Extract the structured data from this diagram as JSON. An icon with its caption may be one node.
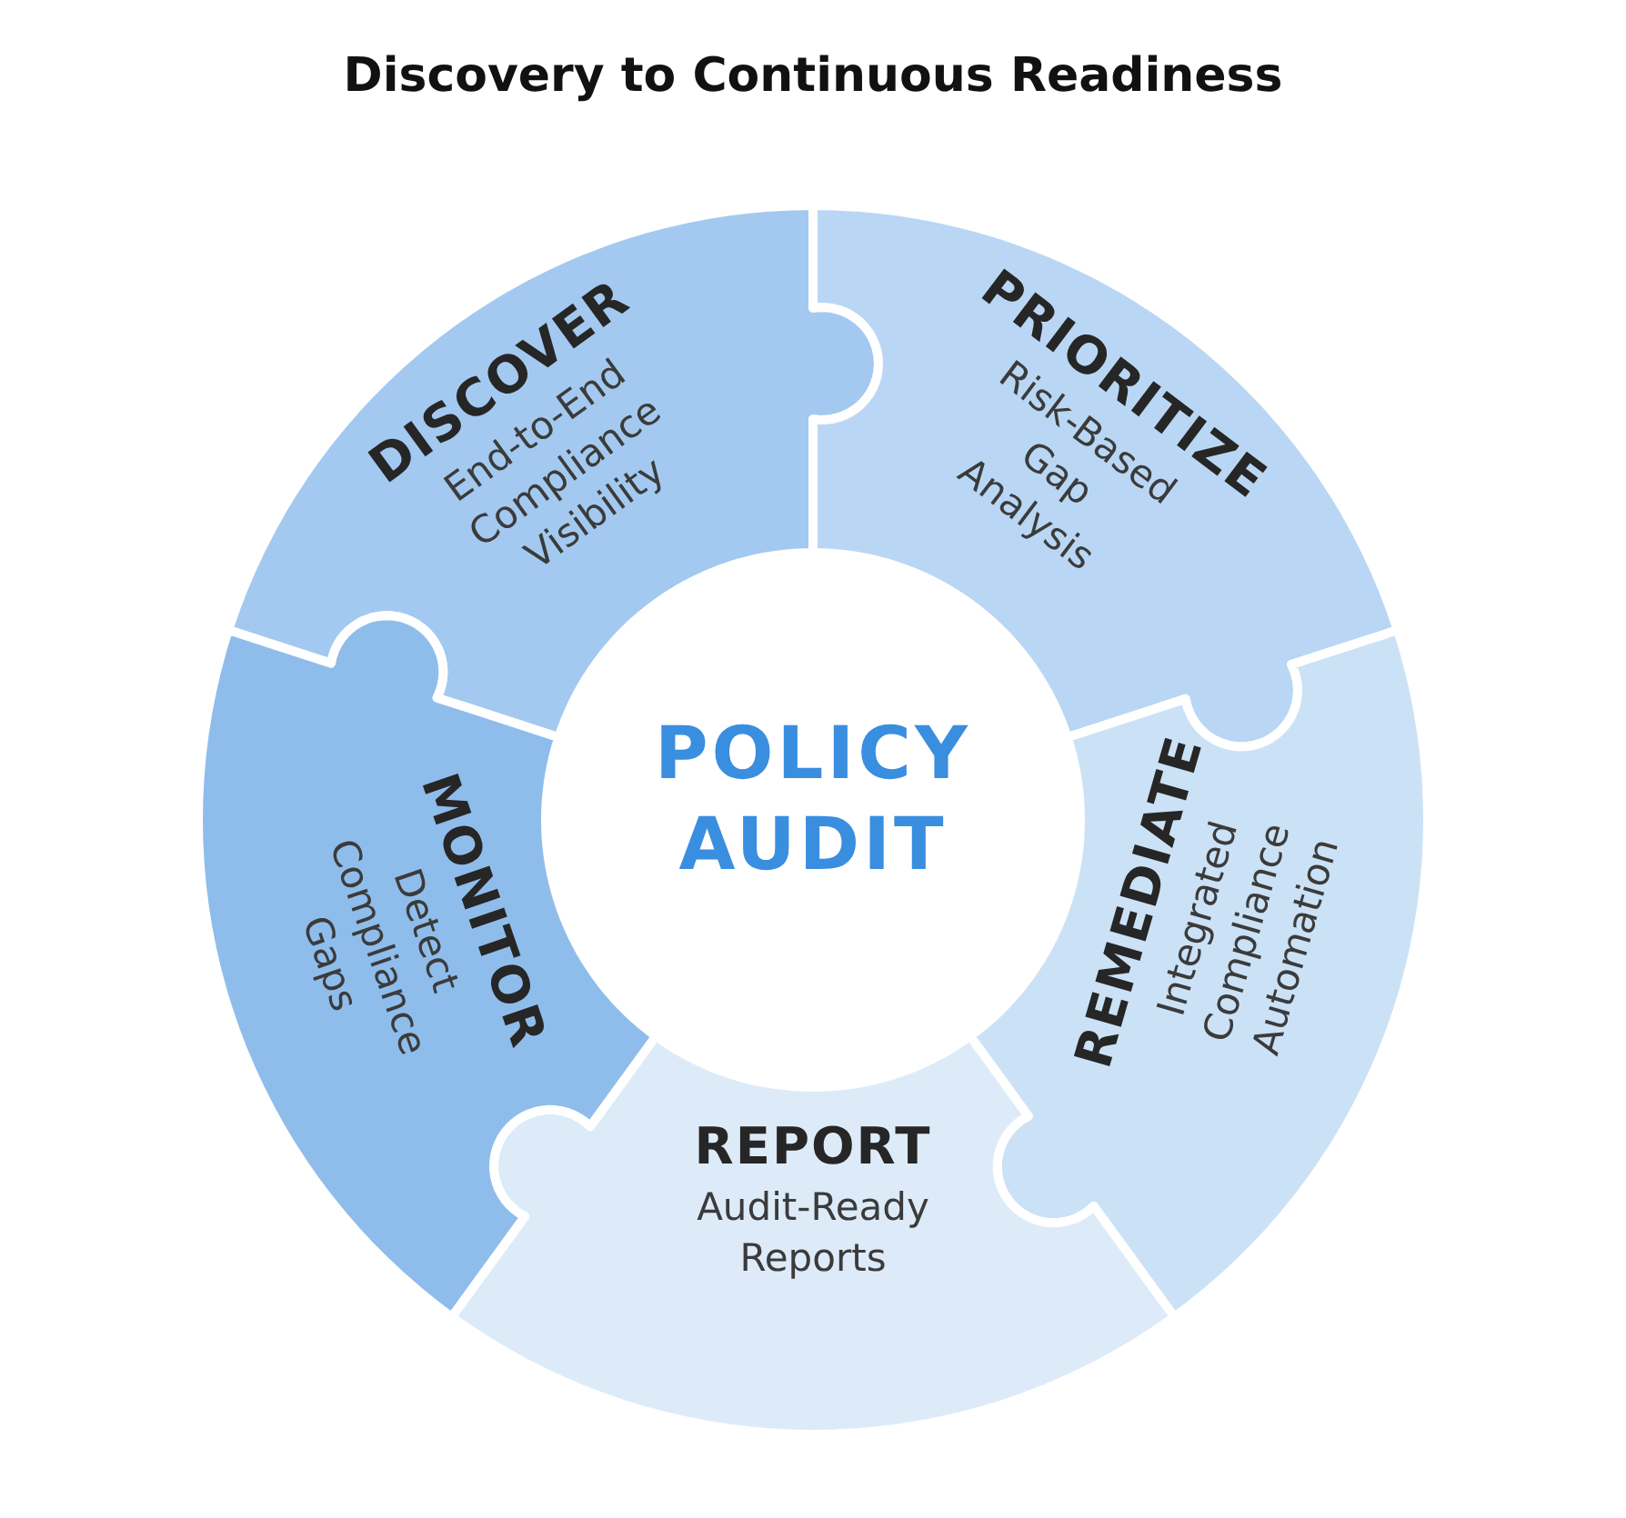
{
  "diagram": {
    "title": "Discovery to Continuous Readiness",
    "nodes": [
      {
        "text": [
          "POLICY AUDIT"
        ]
      },
      {
        "text": [
          "DISCOVER",
          "End-to-End Compliance Visibility"
        ]
      },
      {
        "text": [
          "PRIORITIZE",
          "Risk-Based Gap Analysis"
        ]
      },
      {
        "text": [
          "REMEDIATE",
          "Integrated Compliance Automation"
        ]
      },
      {
        "text": [
          "REPORT",
          "Audit-Ready Reports"
        ]
      },
      {
        "text": [
          "MONITOR",
          "Detect Compliance Gaps"
        ]
      }
    ]
  }
}
